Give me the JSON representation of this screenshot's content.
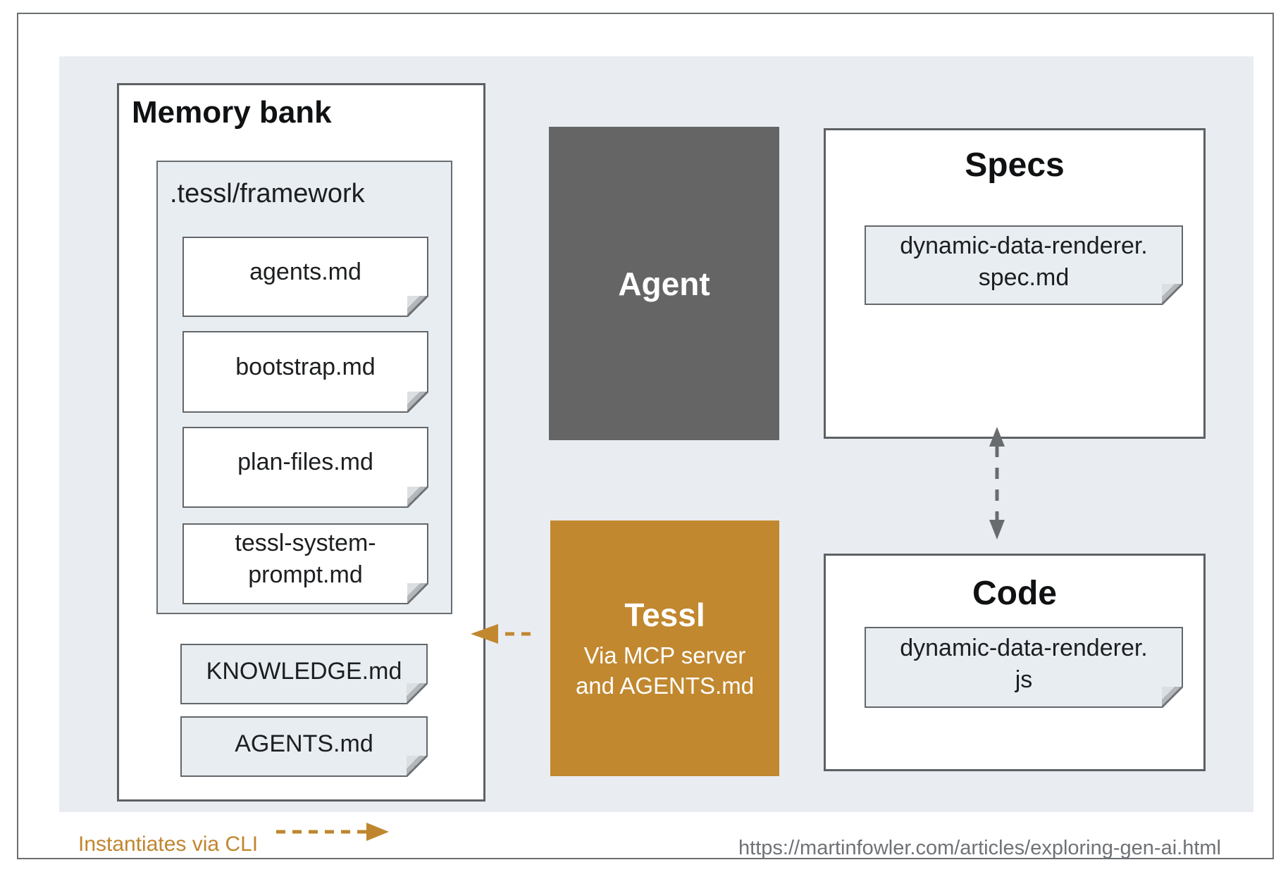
{
  "memory_bank": {
    "title": "Memory bank",
    "framework": {
      "title": ".tessl/framework",
      "files": [
        [
          "agents.md"
        ],
        [
          "bootstrap.md"
        ],
        [
          "plan-files.md"
        ],
        [
          "tessl-system-",
          "prompt.md"
        ]
      ]
    },
    "root_files": [
      "KNOWLEDGE.md",
      "AGENTS.md"
    ]
  },
  "agent": {
    "label": "Agent"
  },
  "tessl": {
    "label": "Tessl",
    "subtitle": [
      "Via MCP server",
      "and AGENTS.md"
    ]
  },
  "specs": {
    "title": "Specs",
    "file_lines": [
      "dynamic-data-renderer.",
      "spec.md"
    ]
  },
  "code": {
    "title": "Code",
    "file_lines": [
      "dynamic-data-renderer.",
      "js"
    ]
  },
  "legend": {
    "label": "Instantiates via CLI"
  },
  "footer": {
    "source_url": "https://martinfowler.com/articles/exploring-gen-ai.html"
  },
  "colors": {
    "accent_orange": "#c1882f",
    "agent_gray": "#656565",
    "panel_background": "#e9edf2",
    "card_gray": "#e8edf1",
    "border_gray": "#5d6064",
    "url_gray": "#6f7276"
  }
}
